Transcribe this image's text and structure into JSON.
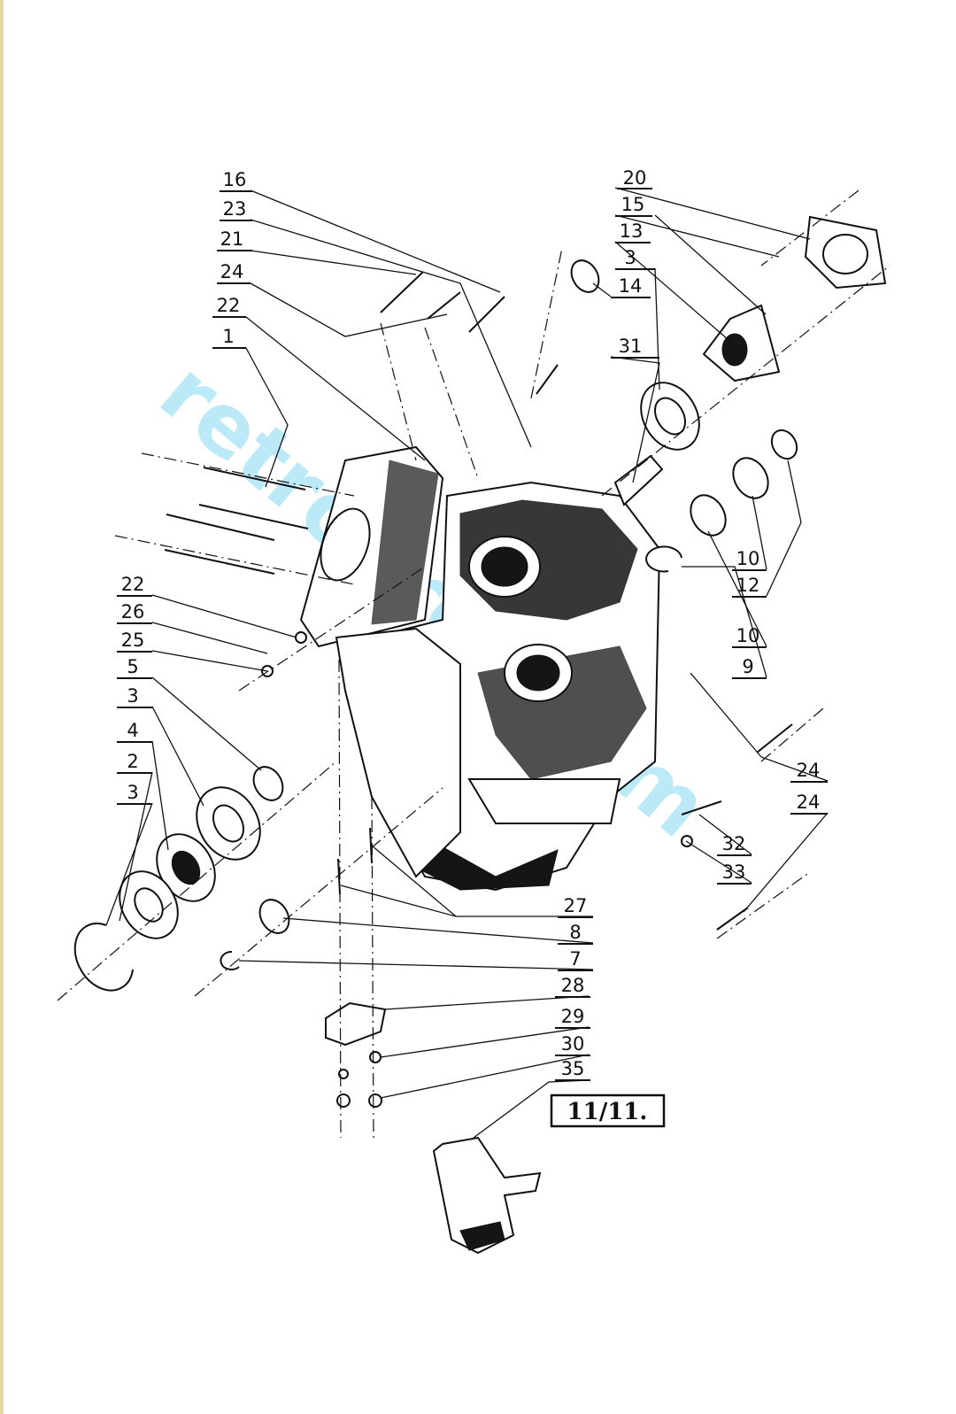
{
  "figure_number": "11/11.",
  "watermark": "retro....com",
  "labels": {
    "top_left": [
      "16",
      "23",
      "21",
      "24",
      "22",
      "1"
    ],
    "top_right": [
      "20",
      "15",
      "13",
      "3",
      "14",
      "31"
    ],
    "right": [
      "10",
      "12",
      "10",
      "9",
      "24",
      "24",
      "32",
      "33"
    ],
    "left": [
      "22",
      "26",
      "25",
      "5",
      "3",
      "4",
      "2",
      "3"
    ],
    "bottom": [
      "27",
      "8",
      "7",
      "28",
      "29",
      "30",
      "35"
    ]
  }
}
